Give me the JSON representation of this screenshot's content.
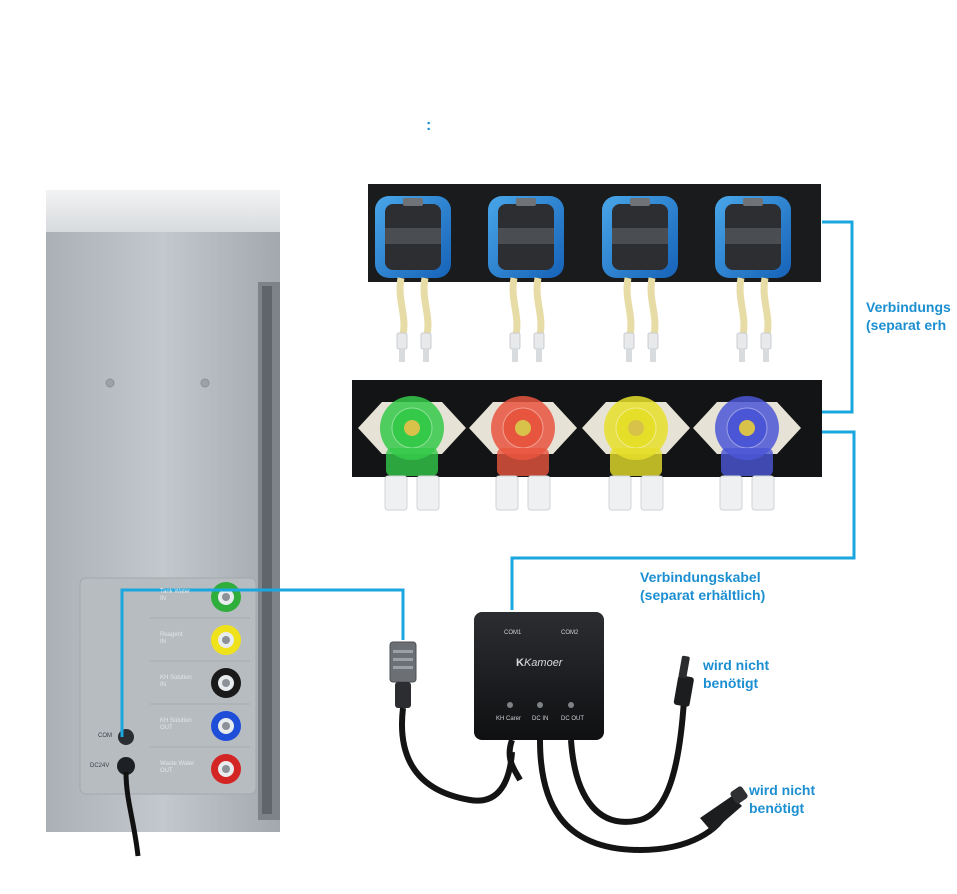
{
  "marker": ":",
  "annotations": {
    "top_cable": {
      "line1": "Verbindungs",
      "line2": "(separat erh"
    },
    "mid_cable": {
      "line1": "Verbindungskabel",
      "line2": "(separat erhältlich)"
    },
    "not_needed_1": {
      "line1": "wird nicht",
      "line2": "benötigt"
    },
    "not_needed_2": {
      "line1": "wird nicht",
      "line2": "benötigt"
    }
  },
  "device": {
    "ports": [
      {
        "label_1": "Tank Water",
        "label_2": "IN",
        "color": "#2fae3b"
      },
      {
        "label_1": "Reagent",
        "label_2": "IN",
        "color": "#f0e21a"
      },
      {
        "label_1": "KH Solution",
        "label_2": "IN",
        "color": "#1a1a1a"
      },
      {
        "label_1": "KH Solution",
        "label_2": "OUT",
        "color": "#1f4fd8"
      },
      {
        "label_1": "Waste Water",
        "label_2": "OUT",
        "color": "#d42525"
      }
    ],
    "com_label": "COM",
    "dc_label": "DC24V"
  },
  "hub": {
    "brand": "Kamoer",
    "com1": "COM1",
    "com2": "COM2",
    "led_labels": [
      "KH Carer",
      "DC IN",
      "DC OUT"
    ]
  },
  "pumps_colored": [
    "#35c94a",
    "#e8553f",
    "#e6df2a",
    "#4b56d6"
  ],
  "colors": {
    "accent": "#1c8fd1",
    "cable": "#1aa7e0"
  }
}
